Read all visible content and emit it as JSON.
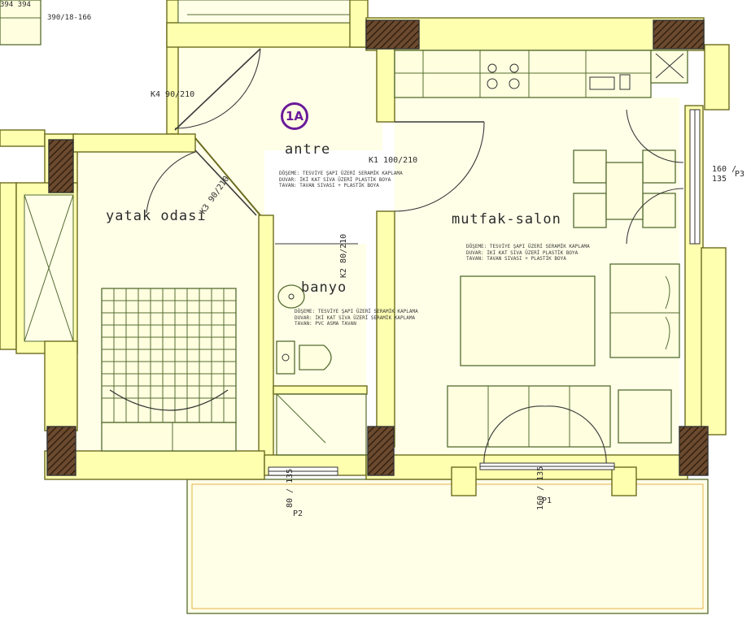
{
  "unit_tag": "1A",
  "rooms": {
    "entry": "antre",
    "bedroom": "yatak odası",
    "bathroom": "banyo",
    "kitchen_living": "mutfak-salon"
  },
  "doors": {
    "k4": "K4 90/210",
    "k3": "K3 90/210",
    "k1": "K1 100/210",
    "k2": "K2 80/210"
  },
  "windows": {
    "p3_dims": "160 / 135",
    "p3_name": "P3",
    "p2_dims": "80 / 135",
    "p2_name": "P2",
    "p1_dims": "160 / 135",
    "p1_name": "P1"
  },
  "top_labels": {
    "a": "394 394",
    "b": "390/18-166"
  },
  "finish_notes": {
    "entry": [
      "DÖŞEME: TESVİYE ŞAPI ÜZERİ SERAMİK KAPLAMA",
      "DUVAR: İKİ KAT SIVA ÜZERİ PLASTİK BOYA",
      "TAVAN: TAVAN SIVASI + PLASTİK BOYA"
    ],
    "kitchen": [
      "DÖŞEME: TESVİYE ŞAPI ÜZERİ SERAMİK KAPLAMA",
      "DUVAR: İKİ KAT SIVA ÜZERİ PLASTİK BOYA",
      "TAVAN: TAVAN SIVASI + PLASTİK BOYA"
    ],
    "bath": [
      "DÖŞEME: TESVİYE ŞAPI ÜZERİ SERAMİK KAPLAMA",
      "DUVAR: İKİ KAT SIVA ÜZERİ SERAMİK KAPLAMA",
      "TAVAN: PVC ASMA TAVAN"
    ]
  }
}
